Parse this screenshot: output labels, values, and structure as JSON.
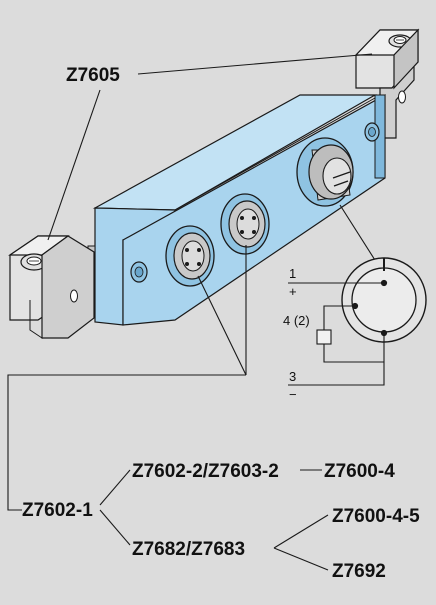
{
  "labels": {
    "clamp_part": "Z7605",
    "main_part": "Z7602-1",
    "branch_upper": "Z7602-2/Z7603-2",
    "branch_upper_end": "Z7600-4",
    "branch_lower": "Z7682/Z7683",
    "branch_lower_end_a": "Z7600-4-5",
    "branch_lower_end_b": "Z7692"
  },
  "pinout": {
    "pin1": "1",
    "pin1_sign": "+",
    "pin4": "4 (2)",
    "pin3": "3",
    "pin3_sign": "−"
  },
  "colors": {
    "background": "#dcdcdc",
    "housing": "#a9d4ee",
    "housing_shade": "#7fb8dc",
    "metal": "#d4d4d4",
    "line": "#1a1a1a"
  }
}
